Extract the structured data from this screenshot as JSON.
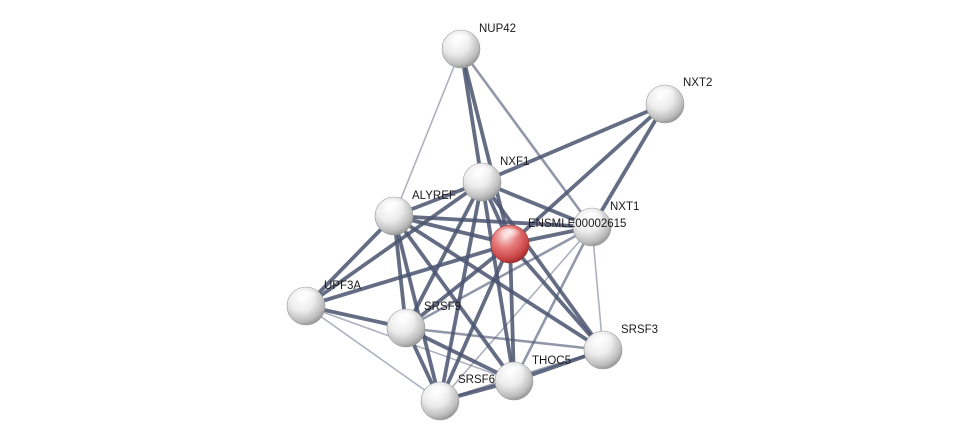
{
  "network": {
    "nodes": [
      {
        "id": "NUP42",
        "label": "NUP42",
        "query": false
      },
      {
        "id": "NXT2",
        "label": "NXT2",
        "query": false
      },
      {
        "id": "NXF1",
        "label": "NXF1",
        "query": false
      },
      {
        "id": "ALYREF",
        "label": "ALYREF",
        "query": false
      },
      {
        "id": "NXT1",
        "label": "NXT1",
        "query": false
      },
      {
        "id": "ENSMLE",
        "label": "ENSMLE00002615",
        "query": true
      },
      {
        "id": "UPF3A",
        "label": "UPF3A",
        "query": false
      },
      {
        "id": "SRSF9",
        "label": "SRSF9",
        "query": false
      },
      {
        "id": "SRSF3",
        "label": "SRSF3",
        "query": false
      },
      {
        "id": "THOC5",
        "label": "THOC5",
        "query": false
      },
      {
        "id": "SRSF6",
        "label": "SRSF6",
        "query": false
      }
    ],
    "edges": [
      {
        "a": "NUP42",
        "b": "NXF1",
        "strength": "strong"
      },
      {
        "a": "NUP42",
        "b": "ENSMLE",
        "strength": "strong"
      },
      {
        "a": "NUP42",
        "b": "ALYREF",
        "strength": "weak"
      },
      {
        "a": "NUP42",
        "b": "NXT1",
        "strength": "medium"
      },
      {
        "a": "NXT2",
        "b": "NXF1",
        "strength": "strong"
      },
      {
        "a": "NXT2",
        "b": "ENSMLE",
        "strength": "strong"
      },
      {
        "a": "NXT2",
        "b": "NXT1",
        "strength": "strong"
      },
      {
        "a": "NXF1",
        "b": "ALYREF",
        "strength": "strong"
      },
      {
        "a": "NXF1",
        "b": "ENSMLE",
        "strength": "strong"
      },
      {
        "a": "NXF1",
        "b": "NXT1",
        "strength": "strong"
      },
      {
        "a": "NXF1",
        "b": "UPF3A",
        "strength": "strong"
      },
      {
        "a": "NXF1",
        "b": "SRSF9",
        "strength": "strong"
      },
      {
        "a": "NXF1",
        "b": "SRSF3",
        "strength": "strong"
      },
      {
        "a": "NXF1",
        "b": "THOC5",
        "strength": "strong"
      },
      {
        "a": "NXF1",
        "b": "SRSF6",
        "strength": "strong"
      },
      {
        "a": "ALYREF",
        "b": "ENSMLE",
        "strength": "strong"
      },
      {
        "a": "ALYREF",
        "b": "NXT1",
        "strength": "strong"
      },
      {
        "a": "ALYREF",
        "b": "UPF3A",
        "strength": "strong"
      },
      {
        "a": "ALYREF",
        "b": "SRSF9",
        "strength": "strong"
      },
      {
        "a": "ALYREF",
        "b": "SRSF3",
        "strength": "strong"
      },
      {
        "a": "ALYREF",
        "b": "THOC5",
        "strength": "strong"
      },
      {
        "a": "ALYREF",
        "b": "SRSF6",
        "strength": "strong"
      },
      {
        "a": "ENSMLE",
        "b": "NXT1",
        "strength": "strong"
      },
      {
        "a": "ENSMLE",
        "b": "UPF3A",
        "strength": "strong"
      },
      {
        "a": "ENSMLE",
        "b": "SRSF9",
        "strength": "strong"
      },
      {
        "a": "ENSMLE",
        "b": "SRSF3",
        "strength": "strong"
      },
      {
        "a": "ENSMLE",
        "b": "THOC5",
        "strength": "strong"
      },
      {
        "a": "ENSMLE",
        "b": "SRSF6",
        "strength": "strong"
      },
      {
        "a": "NXT1",
        "b": "SRSF9",
        "strength": "medium"
      },
      {
        "a": "NXT1",
        "b": "SRSF3",
        "strength": "weak"
      },
      {
        "a": "NXT1",
        "b": "THOC5",
        "strength": "medium"
      },
      {
        "a": "NXT1",
        "b": "SRSF6",
        "strength": "weak"
      },
      {
        "a": "UPF3A",
        "b": "SRSF9",
        "strength": "strong"
      },
      {
        "a": "UPF3A",
        "b": "THOC5",
        "strength": "weak"
      },
      {
        "a": "UPF3A",
        "b": "SRSF6",
        "strength": "weak"
      },
      {
        "a": "SRSF9",
        "b": "THOC5",
        "strength": "strong"
      },
      {
        "a": "SRSF9",
        "b": "SRSF6",
        "strength": "strong"
      },
      {
        "a": "SRSF9",
        "b": "SRSF3",
        "strength": "medium"
      },
      {
        "a": "THOC5",
        "b": "SRSF3",
        "strength": "strong"
      },
      {
        "a": "THOC5",
        "b": "SRSF6",
        "strength": "strong"
      },
      {
        "a": "SRSF6",
        "b": "SRSF3",
        "strength": "medium"
      }
    ],
    "colors": {
      "edge": "#4a5370",
      "node_default": "#e0e0e0",
      "node_query": "#d9534f"
    }
  }
}
